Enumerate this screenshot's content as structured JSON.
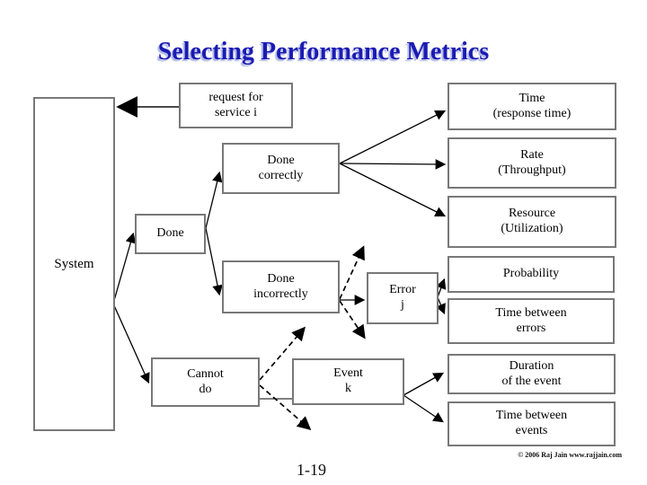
{
  "title": "Selecting Performance Metrics",
  "footer": {
    "page_number": "1-19",
    "copyright": "© 2006 Raj Jain www.rajjain.com"
  },
  "colors": {
    "title_blue": "#1b1bb4",
    "title_shadow": "#b0b8e4",
    "box_border": "#787878",
    "connector": "#000000",
    "request_arrow": "#4a4a4a",
    "background": "#ffffff"
  },
  "diagram": {
    "nodes": {
      "system": {
        "label": "System"
      },
      "request": {
        "label": "request for\nservice i"
      },
      "done": {
        "label": "Done"
      },
      "done_correctly": {
        "label": "Done\ncorrectly"
      },
      "done_incorrectly": {
        "label": "Done\nincorrectly"
      },
      "error_j": {
        "label": "Error\nj"
      },
      "cannot_do": {
        "label": "Cannot\ndo"
      },
      "event_k": {
        "label": "Event\nk"
      },
      "time": {
        "label": "Time\n(response time)"
      },
      "rate": {
        "label": "Rate\n(Throughput)"
      },
      "resource": {
        "label": "Resource\n(Utilization)"
      },
      "probability": {
        "label": "Probability"
      },
      "time_between_errors": {
        "label": "Time between\nerrors"
      },
      "duration_of_event": {
        "label": "Duration\nof the event"
      },
      "time_between_events": {
        "label": "Time between\nevents"
      }
    },
    "edges": [
      {
        "from": "request",
        "to": "system",
        "style": "solid-thick-arrow"
      },
      {
        "from": "system",
        "to": "done",
        "style": "solid-arrow"
      },
      {
        "from": "system",
        "to": "cannot_do",
        "style": "solid-arrow"
      },
      {
        "from": "done",
        "to": "done_correctly",
        "style": "solid-arrow"
      },
      {
        "from": "done",
        "to": "done_incorrectly",
        "style": "solid-arrow"
      },
      {
        "from": "done_correctly",
        "to": "time",
        "style": "solid-arrow"
      },
      {
        "from": "done_correctly",
        "to": "rate",
        "style": "solid-arrow"
      },
      {
        "from": "done_correctly",
        "to": "resource",
        "style": "solid-arrow"
      },
      {
        "from": "done_incorrectly",
        "to": "error_j",
        "style": "solid-arrow"
      },
      {
        "from": "done_incorrectly",
        "to": "other-errors-up",
        "style": "dashed-arrow"
      },
      {
        "from": "done_incorrectly",
        "to": "other-errors-down",
        "style": "dashed-arrow"
      },
      {
        "from": "error_j",
        "to": "probability",
        "style": "solid-arrow"
      },
      {
        "from": "error_j",
        "to": "time_between_errors",
        "style": "solid-arrow"
      },
      {
        "from": "cannot_do",
        "to": "event_k",
        "style": "plain-line"
      },
      {
        "from": "cannot_do",
        "to": "other-events-up",
        "style": "dashed-arrow"
      },
      {
        "from": "cannot_do",
        "to": "other-events-down",
        "style": "dashed-arrow"
      },
      {
        "from": "event_k",
        "to": "duration_of_event",
        "style": "solid-arrow"
      },
      {
        "from": "event_k",
        "to": "time_between_events",
        "style": "solid-arrow"
      }
    ]
  }
}
